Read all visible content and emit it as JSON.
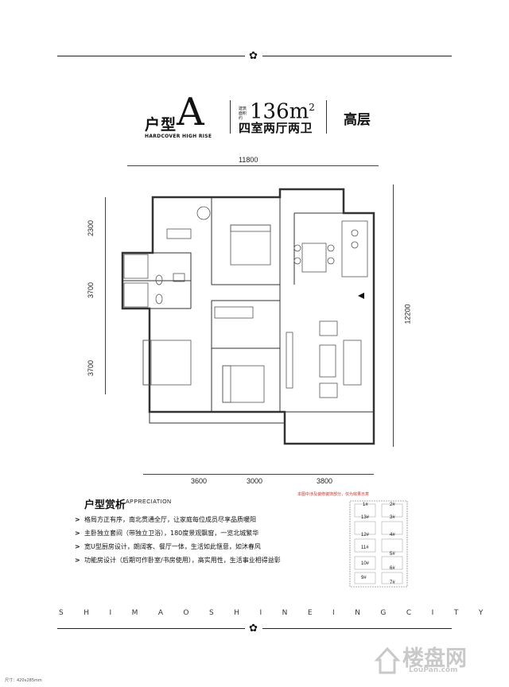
{
  "header": {
    "type_label": "户型",
    "type_letter": "A",
    "type_sub": "HARDCOVER HIGH RISE",
    "area_caption": "建筑面积约",
    "area_value": "136m",
    "area_unit_sup": "2",
    "layout": "四室两厅两卫",
    "floor": "高层"
  },
  "dimensions": {
    "top_total": "11800",
    "left_upper": "2300",
    "left_middle": "3700",
    "left_lower": "3700",
    "right_total": "12200",
    "bottom_1": "3600",
    "bottom_2": "3000",
    "bottom_3": "3800"
  },
  "appreciation": {
    "title": "户型赏析",
    "title_en": "APPRECIATION",
    "note": "本图中涉及装修装饰部分，仅为效果示意",
    "items": [
      "格局方正有序，南北贯通全厅，让家庭每位成员尽享品质暖阳",
      "主卧独立套间（带独立卫浴），180度景观飘窗，一览北城繁华",
      "宽U型厨房设计，朗阔客、餐厅一体，生活如此惬意，如沐春风",
      "功能房设计（后期可作卧室/书房使用），高实用性，生活事业相得益彰"
    ]
  },
  "keyplan": {
    "labels": [
      "1#",
      "2#",
      "13#",
      "3#",
      "12#",
      "4#",
      "11#",
      "5#",
      "10#",
      "6#",
      "9#",
      "7#"
    ]
  },
  "brand": "SHIMAOSHINEINGCITY",
  "footer": {
    "size": "尺寸：420x285mm"
  },
  "watermark": {
    "cn": "楼盘网",
    "en": "LouPan.com"
  },
  "colors": {
    "ink": "#111111",
    "note_red": "#c8322a",
    "watermark_gray": "#c9c9c9"
  }
}
